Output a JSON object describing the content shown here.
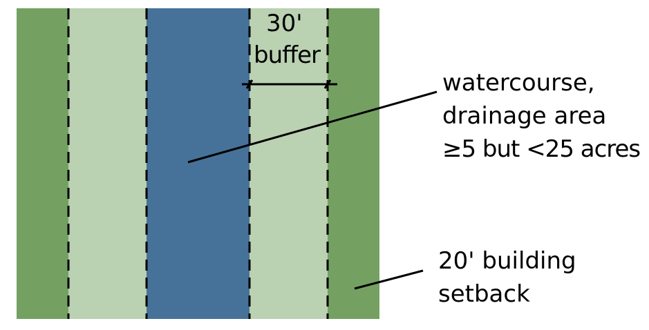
{
  "colors": {
    "setback": "#74a162",
    "buffer": "#bad1b2",
    "watercourse": "#46729a"
  },
  "buffer_label": {
    "line1": "30'",
    "line2": "buffer"
  },
  "watercourse_label": {
    "line1": "watercourse,",
    "line2": "drainage area",
    "line3": "≥5 but <25 acres"
  },
  "setback_label": {
    "line1": "20' building",
    "line2": "setback"
  }
}
